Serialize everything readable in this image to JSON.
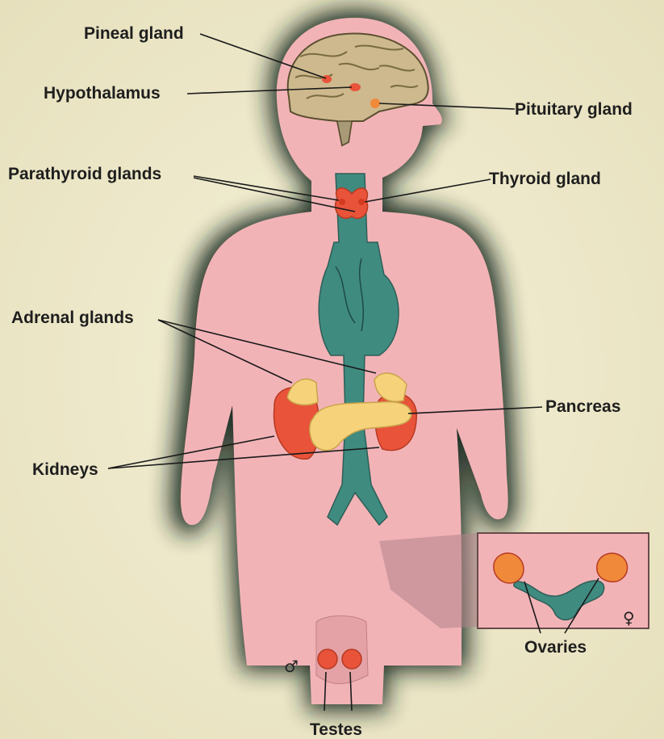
{
  "labels": {
    "pineal": "Pineal gland",
    "hypothalamus": "Hypothalamus",
    "pituitary": "Pituitary gland",
    "parathyroid": "Parathyroid glands",
    "thyroid": "Thyroid gland",
    "adrenal": "Adrenal glands",
    "pancreas": "Pancreas",
    "kidneys": "Kidneys",
    "ovaries": "Ovaries",
    "testes": "Testes"
  },
  "symbols": {
    "male": "♂",
    "female": "♀"
  },
  "colors": {
    "background": "#efeacb",
    "body": "#f2b3b7",
    "body_shadow": "#15261d",
    "brain": "#cdb98d",
    "vessels": "#3f8b80",
    "gland_red": "#e8533a",
    "gland_yellow": "#f6d27a"
  }
}
